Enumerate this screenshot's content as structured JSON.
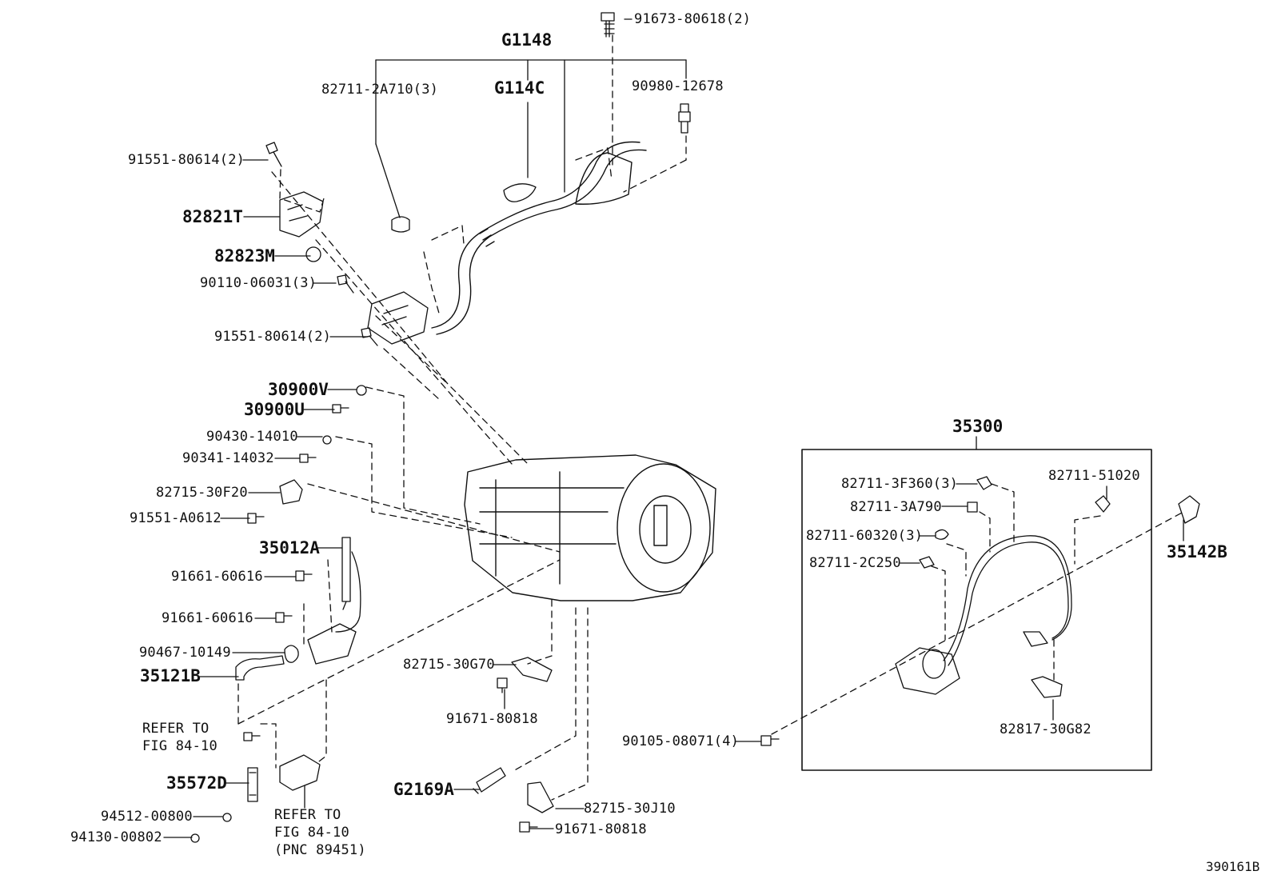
{
  "drawing_number": "390161B",
  "colors": {
    "line": "#111111",
    "background": "#ffffff"
  },
  "labels": {
    "g1148": "G1148",
    "p91673_80618": "91673-80618(2)",
    "p82711_2a710": "82711-2A710(3)",
    "g114c": "G114C",
    "p90980_12678": "90980-12678",
    "p91551_80614_top": "91551-80614(2)",
    "p82821t": "82821T",
    "p82823m": "82823M",
    "p90110_06031": "90110-06031(3)",
    "p91551_80614_mid": "91551-80614(2)",
    "p30900v": "30900V",
    "p30900u": "30900U",
    "p90430_14010": "90430-14010",
    "p90341_14032": "90341-14032",
    "p82715_30f20": "82715-30F20",
    "p91551_a0612": "91551-A0612",
    "p35012a": "35012A",
    "p91661_60616_a": "91661-60616",
    "p91661_60616_b": "91661-60616",
    "p90467_10149": "90467-10149",
    "p35121b": "35121B",
    "refer_left": "REFER TO\nFIG 84-10",
    "p35572d": "35572D",
    "p94512_00800": "94512-00800",
    "p94130_00802": "94130-00802",
    "refer_bottom": "REFER TO\nFIG 84-10\n(PNC 89451)",
    "p82715_30g70": "82715-30G70",
    "p91671_80818_a": "91671-80818",
    "g2169a": "G2169A",
    "p82715_30j10": "82715-30J10",
    "p91671_80818_b": "91671-80818",
    "p35300": "35300",
    "p82711_3f360": "82711-3F360(3)",
    "p82711_51020": "82711-51020",
    "p82711_3a790": "82711-3A790",
    "p82711_60320": "82711-60320(3)",
    "p82711_2c250": "82711-2C250",
    "p35142b": "35142B",
    "p90105_08071": "90105-08071(4)",
    "p82817_30g82": "82817-30G82"
  }
}
